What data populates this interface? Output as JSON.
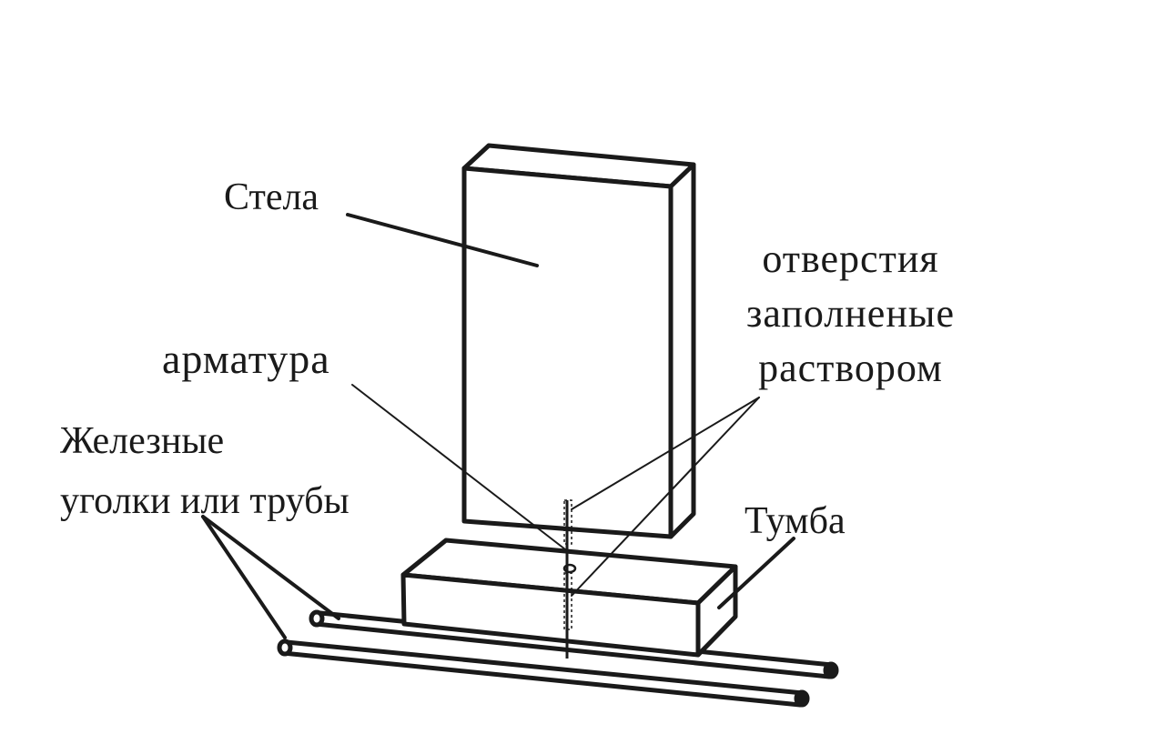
{
  "labels": {
    "stela": "Стела",
    "holes_line1": "отверстия",
    "holes_line2": "заполненые",
    "holes_line3": "раствором",
    "rebar": "арматура",
    "pipes_line1": "Железные",
    "pipes_line2": "уголки или трубы",
    "base": "Тумба"
  },
  "colors": {
    "stroke": "#1a1a1a",
    "fill": "#ffffff"
  }
}
